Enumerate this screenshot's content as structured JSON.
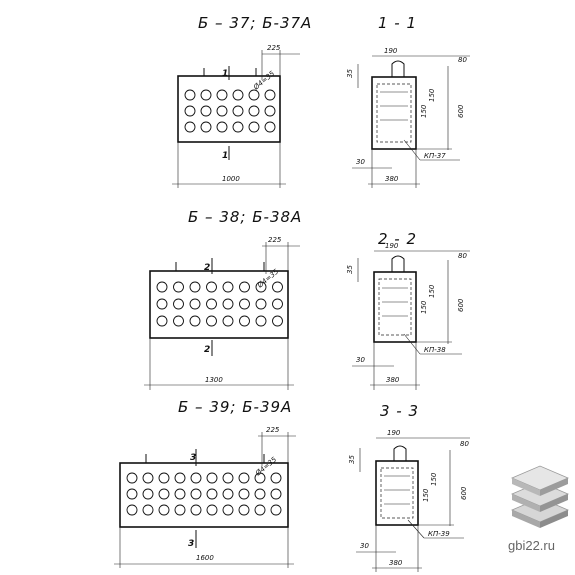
{
  "blocks": [
    {
      "title": "Б – 37; Б-37А",
      "section_title": "1 - 1",
      "section_mark": "1",
      "length": "1000",
      "edge_offset": "225",
      "hole_dims": "Ø4=35",
      "section_width_top": "190",
      "section_width": "380",
      "section_height": "600",
      "cap": "80",
      "top_offset": "35",
      "bottom_offset": "30",
      "spacing_a": "150",
      "spacing_b": "150",
      "kp_label": "КП-37"
    },
    {
      "title": "Б – 38; Б-38А",
      "section_title": "2 - 2",
      "section_mark": "2",
      "length": "1300",
      "edge_offset": "225",
      "hole_dims": "Ø4=35",
      "section_width_top": "190",
      "section_width": "380",
      "section_height": "600",
      "cap": "80",
      "top_offset": "35",
      "bottom_offset": "30",
      "spacing_a": "150",
      "spacing_b": "150",
      "kp_label": "КП-38"
    },
    {
      "title": "Б – 39; Б-39А",
      "section_title": "3 - 3",
      "section_mark": "3",
      "length": "1600",
      "edge_offset": "225",
      "hole_dims": "Ø4=35",
      "section_width_top": "190",
      "section_width": "380",
      "section_height": "600",
      "cap": "80",
      "top_offset": "35",
      "bottom_offset": "30",
      "spacing_a": "150",
      "spacing_b": "150",
      "kp_label": "КП-39"
    }
  ],
  "watermark": {
    "text": "gbi22.ru",
    "icon": "stacked-slabs-icon"
  }
}
